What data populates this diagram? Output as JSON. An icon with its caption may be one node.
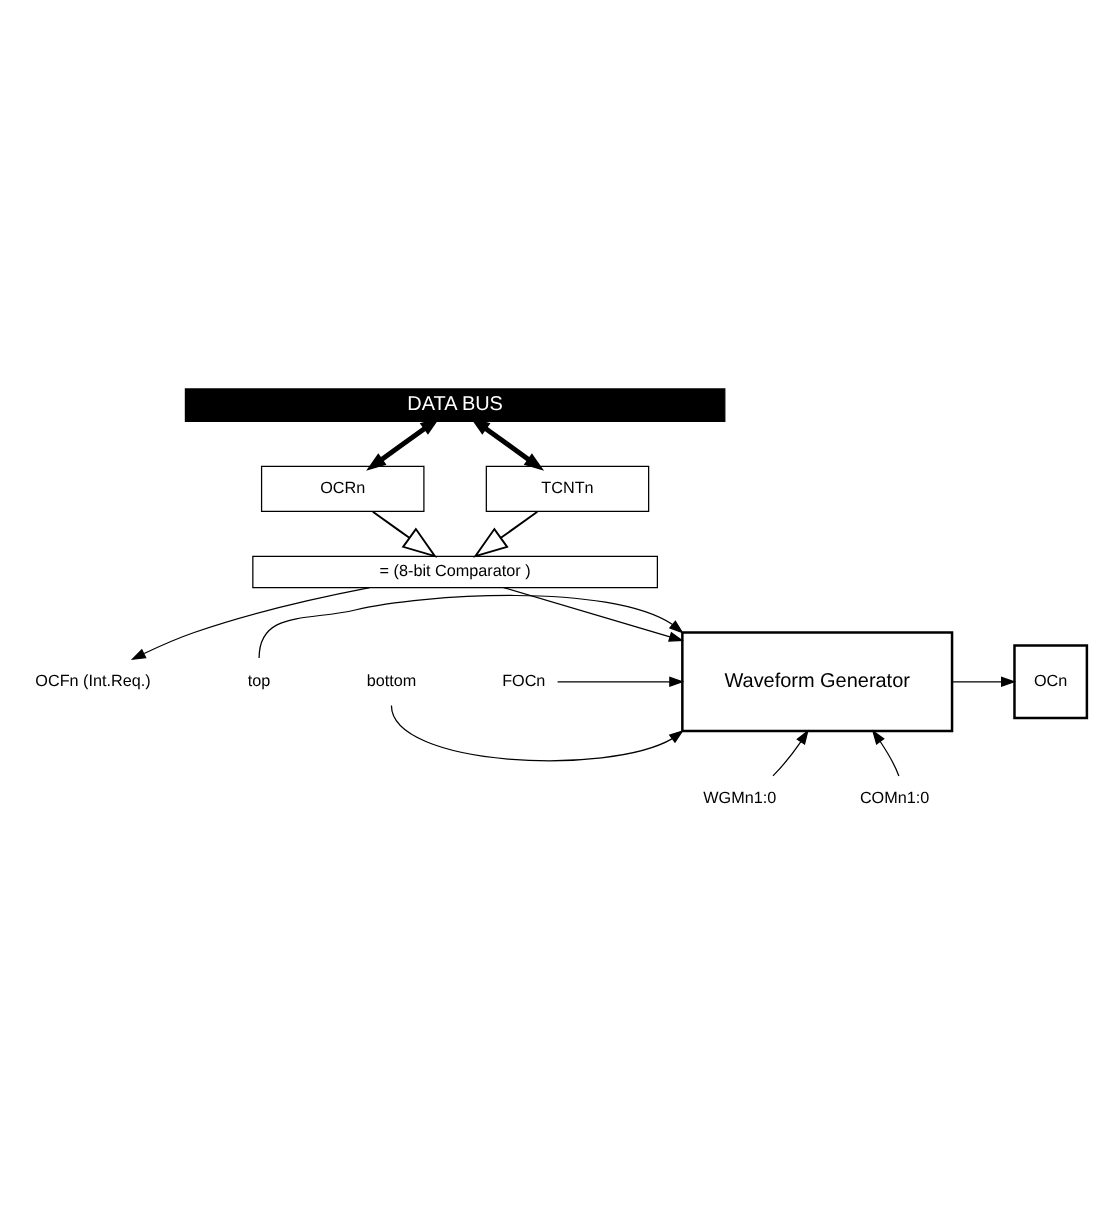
{
  "diagram": {
    "nodes": [
      {
        "text": [
          "DATA BUS"
        ]
      },
      {
        "text": [
          "OCRn"
        ]
      },
      {
        "text": [
          "TCNTn"
        ]
      },
      {
        "text": [
          "= (8-bit Comparator )"
        ]
      },
      {
        "text": [
          "Waveform Generator"
        ]
      },
      {
        "text": [
          "OCn"
        ]
      },
      {
        "text": [
          "top"
        ]
      },
      {
        "text": [
          "bottom"
        ]
      },
      {
        "text": [
          "FOCn"
        ]
      },
      {
        "text": [
          "WGMn1:0"
        ]
      },
      {
        "text": [
          "COMn1:0"
        ]
      },
      {
        "text": [
          "OCFn (Int.Req.)"
        ]
      }
    ],
    "edges": [
      {
        "from": 0,
        "to": 1,
        "arrow": "both",
        "style": "thick"
      },
      {
        "from": 0,
        "to": 2,
        "arrow": "both",
        "style": "thick"
      },
      {
        "from": 1,
        "to": 3,
        "arrow": "to"
      },
      {
        "from": 2,
        "to": 3,
        "arrow": "to"
      },
      {
        "from": 3,
        "to": 11,
        "arrow": "to"
      },
      {
        "from": 3,
        "to": 4,
        "arrow": "to"
      },
      {
        "from": 6,
        "to": 4,
        "arrow": "to"
      },
      {
        "from": 7,
        "to": 4,
        "arrow": "to"
      },
      {
        "from": 8,
        "to": 4,
        "arrow": "to"
      },
      {
        "from": 4,
        "to": 5,
        "arrow": "to"
      },
      {
        "from": 9,
        "to": 4,
        "arrow": "to"
      },
      {
        "from": 10,
        "to": 4,
        "arrow": "to"
      }
    ]
  }
}
